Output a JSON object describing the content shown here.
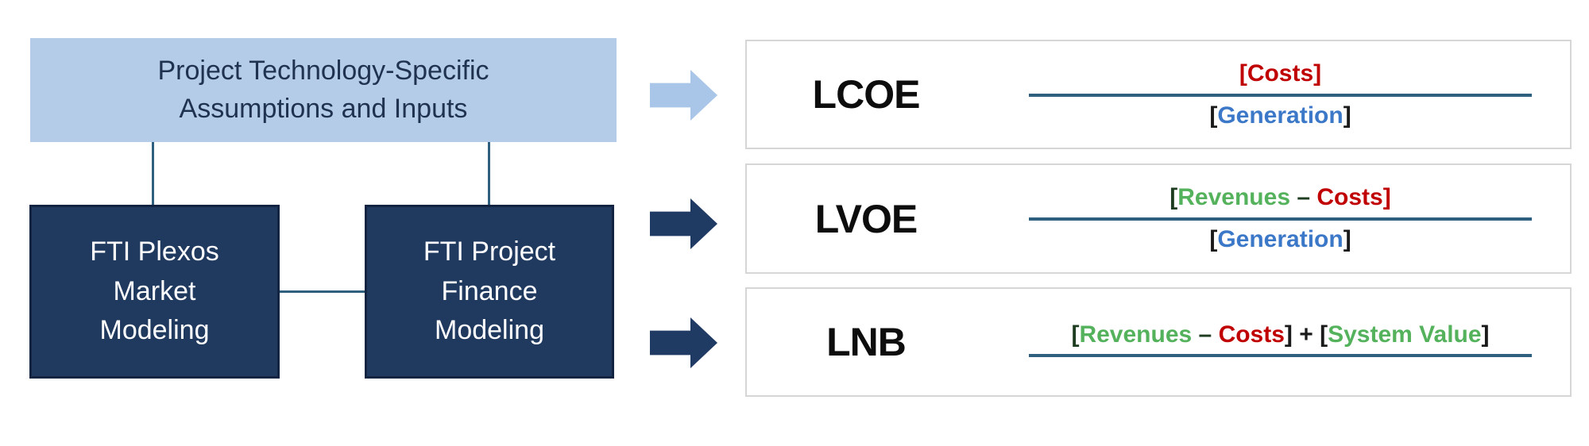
{
  "colors": {
    "red": "#C00000",
    "green": "#55B25C",
    "dark_green": "#1E3D20",
    "blue": "#3C78C8",
    "black": "#1A1A1A",
    "navy_fill": "#20395F",
    "light_blue_fill": "#B4CCE8",
    "steel_blue": "#2E5F7F",
    "light_blue_arrow": "#A9C6E8",
    "navy_arrow": "#1F3A63"
  },
  "flowchart": {
    "assumptions_box": "Project Technology-Specific\nAssumptions and Inputs",
    "market_box": "FTI Plexos\nMarket\nModeling",
    "finance_box": "FTI Project\nFinance\nModeling"
  },
  "metrics": [
    {
      "label": "LCOE",
      "arrow_color": "#A9C6E8",
      "numerator": [
        {
          "text": "[Costs]",
          "color": "red"
        }
      ],
      "denominator": [
        {
          "text": "[",
          "color": "black"
        },
        {
          "text": "Generation",
          "color": "blue"
        },
        {
          "text": "]",
          "color": "black"
        }
      ]
    },
    {
      "label": "LVOE",
      "arrow_color": "#1F3A63",
      "numerator": [
        {
          "text": "[",
          "color": "dark_green"
        },
        {
          "text": "Revenues",
          "color": "green"
        },
        {
          "text": " – ",
          "color": "dark_green"
        },
        {
          "text": "Costs]",
          "color": "red"
        }
      ],
      "denominator": [
        {
          "text": "[",
          "color": "black"
        },
        {
          "text": "Generation",
          "color": "blue"
        },
        {
          "text": "]",
          "color": "black"
        }
      ]
    },
    {
      "label": "LNB",
      "arrow_color": "#1F3A63",
      "numerator": [
        {
          "text": "[",
          "color": "dark_green"
        },
        {
          "text": "Revenues",
          "color": "green"
        },
        {
          "text": " – ",
          "color": "dark_green"
        },
        {
          "text": "Costs",
          "color": "red"
        },
        {
          "text": "] + [",
          "color": "black"
        },
        {
          "text": "System Value",
          "color": "green"
        },
        {
          "text": "]",
          "color": "black"
        }
      ]
    }
  ]
}
